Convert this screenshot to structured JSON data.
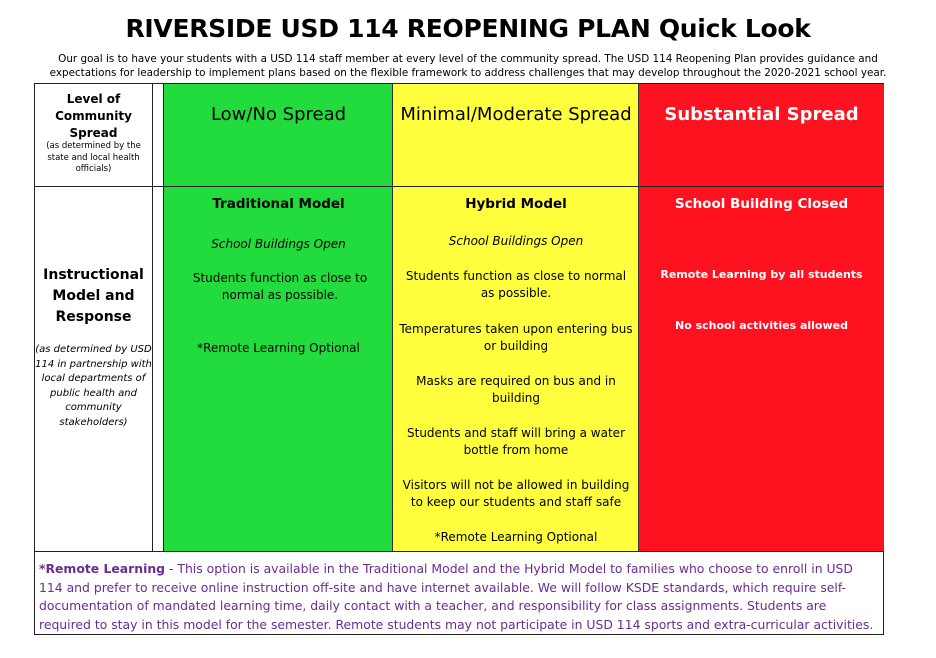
{
  "title": "RIVERSIDE USD 114 REOPENING PLAN Quick Look",
  "intro": "Our goal is to have your students with a USD 114 staff member at every level of the community spread. The USD 114 Reopening Plan provides guidance and expectations for leadership to implement plans based on the flexible framework to address challenges that may develop throughout the 2020-2021 school year.",
  "level": {
    "label": "Level of Community Spread",
    "sub": "(as determined by the state and local health officials)"
  },
  "headers": [
    "Low/No Spread",
    "Minimal/Moderate Spread",
    "Substantial Spread"
  ],
  "instructional": {
    "label": "Instructional Model and Response",
    "sub": "(as determined by USD 114 in partnership with local departments of public health and community stakeholders)"
  },
  "low": {
    "model": "Traditional Model",
    "status": "School Buildings Open",
    "items": [
      "Students function as close to normal as possible.",
      "*Remote Learning Optional"
    ]
  },
  "moderate": {
    "model": "Hybrid Model",
    "status": "School Buildings Open",
    "items": [
      "Students function as close to normal as possible.",
      "Temperatures taken upon entering bus or building",
      "Masks are required on bus and in building",
      "Students and staff will bring a water bottle from home",
      "Visitors will not be allowed in building to keep our students and staff safe",
      "*Remote Learning Optional"
    ]
  },
  "substantial": {
    "model": "School Building Closed",
    "items": [
      "Remote Learning by all students",
      "No school activities allowed"
    ]
  },
  "footnote": {
    "lead": "*Remote Learning",
    "text": " - This option is available in the Traditional Model and the Hybrid Model to families who choose to enroll in USD 114 and prefer to receive online instruction off-site and have internet available. We will follow KSDE standards, which require self-documentation of mandated learning time, daily contact with a teacher, and responsibility for class assignments.  Students are required to stay in this model for the semester. Remote students may not participate in USD 114 sports and extra-curricular activities."
  },
  "colors": {
    "low": "#21dc3c",
    "moderate": "#ffff3d",
    "substantial": "#ff1220",
    "footnote": "#6a2c91"
  }
}
